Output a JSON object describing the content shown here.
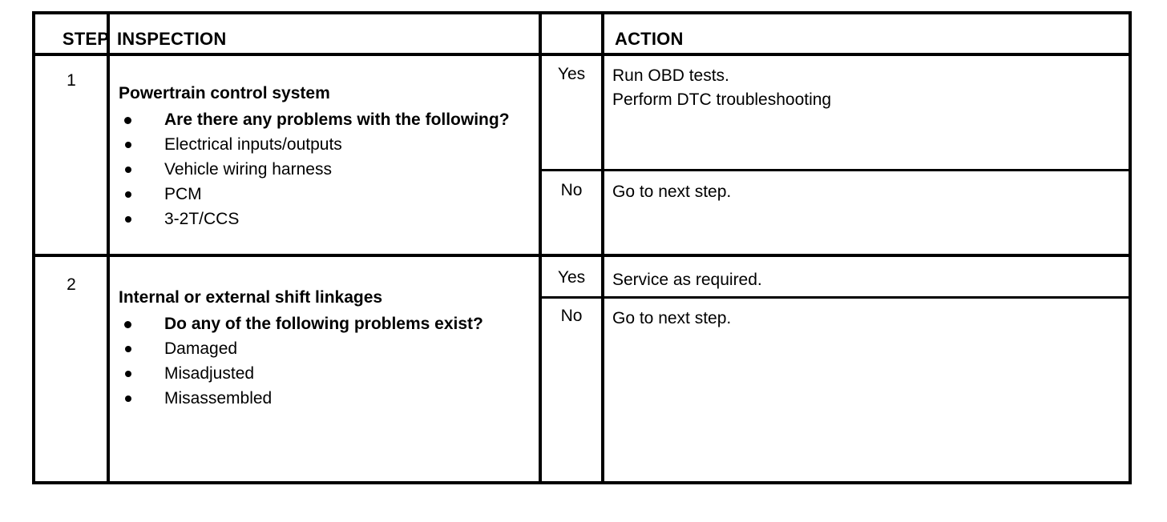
{
  "table": {
    "headers": {
      "step": "STEP",
      "inspection": "INSPECTION",
      "action": "ACTION"
    },
    "rows": [
      {
        "step": "1",
        "inspection": {
          "title": "Powertrain control system",
          "bullets": [
            {
              "text": "Are there any problems with the following?",
              "bold": true
            },
            {
              "text": "Electrical inputs/outputs",
              "bold": false
            },
            {
              "text": "Vehicle wiring harness",
              "bold": false
            },
            {
              "text": "PCM",
              "bold": false
            },
            {
              "text": "3-2T/CCS",
              "bold": false
            }
          ]
        },
        "outcomes": [
          {
            "answer": "Yes",
            "action_lines": [
              "Run OBD tests.",
              "Perform DTC troubleshooting"
            ]
          },
          {
            "answer": "No",
            "action_lines": [
              "Go to next step."
            ]
          }
        ]
      },
      {
        "step": "2",
        "inspection": {
          "title": "Internal or external shift linkages",
          "bullets": [
            {
              "text": "Do any of the following problems exist?",
              "bold": true
            },
            {
              "text": "Damaged",
              "bold": false
            },
            {
              "text": "Misadjusted",
              "bold": false
            },
            {
              "text": "Misassembled",
              "bold": false
            }
          ]
        },
        "outcomes": [
          {
            "answer": "Yes",
            "action_lines": [
              "Service as required."
            ]
          },
          {
            "answer": "No",
            "action_lines": [
              "Go to next step."
            ]
          }
        ]
      }
    ]
  },
  "colors": {
    "ink": "#000000",
    "paper": "#ffffff"
  }
}
